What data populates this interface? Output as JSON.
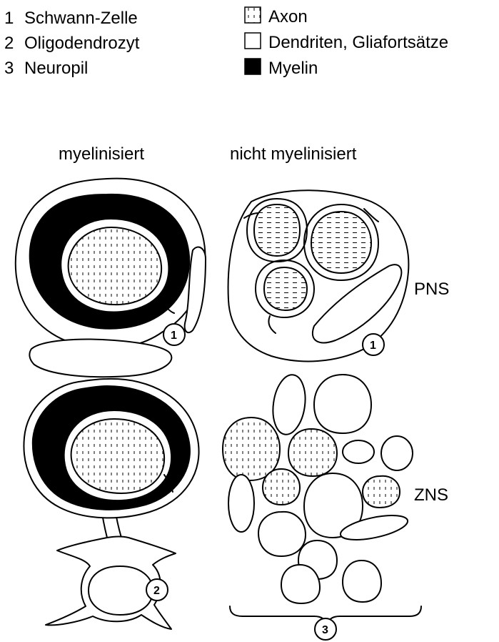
{
  "legend": {
    "numbered": [
      {
        "num": "1",
        "label": "Schwann-Zelle"
      },
      {
        "num": "2",
        "label": "Oligodendrozyt"
      },
      {
        "num": "3",
        "label": "Neuropil"
      }
    ],
    "swatches": [
      {
        "label": "Axon",
        "pattern": "dashed"
      },
      {
        "label": "Dendriten, Gliafortsätze",
        "pattern": "white"
      },
      {
        "label": "Myelin",
        "pattern": "black"
      }
    ]
  },
  "columns": {
    "left": "myelinisiert",
    "right": "nicht myelinisiert"
  },
  "rows": {
    "top": "PNS",
    "bottom": "ZNS"
  },
  "markers": {
    "schwann_myelinated": "1",
    "schwann_unmyelinated": "1",
    "oligodendrocyte": "2",
    "neuropil": "3"
  },
  "colors": {
    "ink": "#000000",
    "paper": "#ffffff"
  }
}
